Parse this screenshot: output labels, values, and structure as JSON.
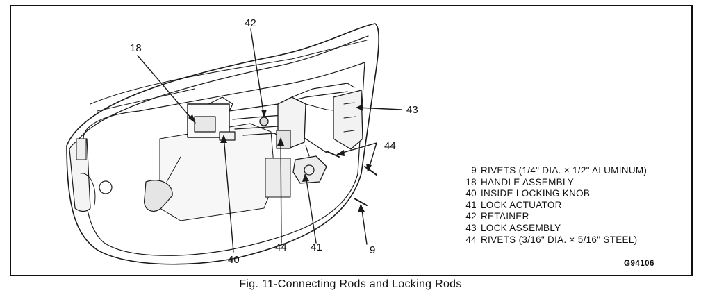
{
  "figure": {
    "caption": "Fig. 11-Connecting Rods and Locking Rods",
    "drawing_code": "G94106"
  },
  "callouts": {
    "c42": "42",
    "c18": "18",
    "c43": "43",
    "c44_right": "44",
    "c9": "9",
    "c40": "40",
    "c44_bottom": "44",
    "c41": "41"
  },
  "legend": [
    {
      "number": "9",
      "text": "RIVETS (1/4\" DIA. × 1/2\" ALUMINUM)"
    },
    {
      "number": "18",
      "text": "HANDLE ASSEMBLY"
    },
    {
      "number": "40",
      "text": "INSIDE LOCKING KNOB"
    },
    {
      "number": "41",
      "text": "LOCK ACTUATOR"
    },
    {
      "number": "42",
      "text": "RETAINER"
    },
    {
      "number": "43",
      "text": "LOCK ASSEMBLY"
    },
    {
      "number": "44",
      "text": "RIVETS (3/16\" DIA. × 5/16\" STEEL)"
    }
  ]
}
